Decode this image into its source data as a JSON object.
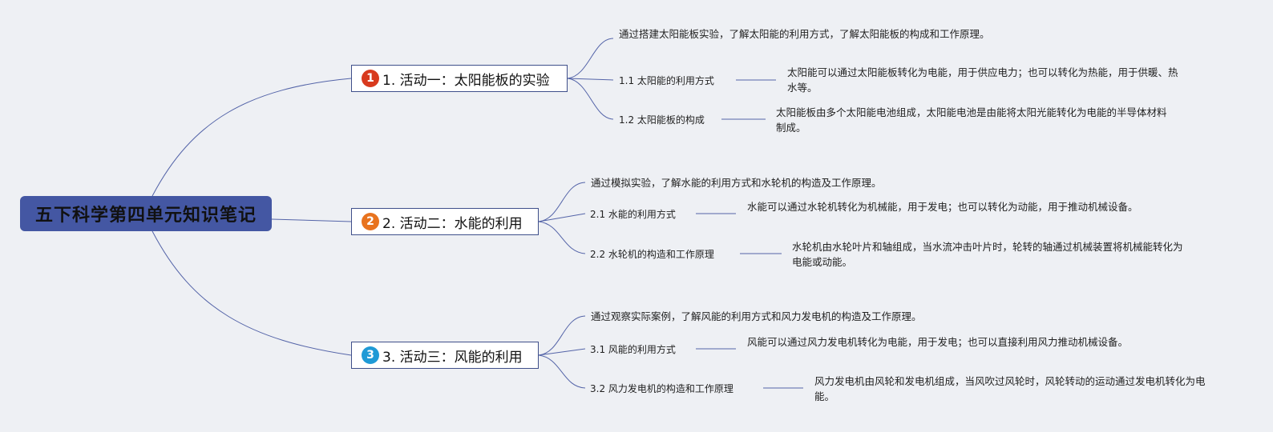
{
  "root": {
    "title": "五下科学第四单元知识笔记"
  },
  "colors": {
    "root_bg": "#4457a3",
    "line": "#5464a8",
    "badge_1": "#d83a1e",
    "badge_2": "#e8731e",
    "badge_3": "#1f9ad6"
  },
  "branches": [
    {
      "badge": "1",
      "title": "1. 活动一：太阳能板的实验",
      "intro": "通过搭建太阳能板实验，了解太阳能的利用方式，了解太阳能板的构成和工作原理。",
      "subs": [
        {
          "label": "1.1 太阳能的利用方式",
          "detail": "太阳能可以通过太阳能板转化为电能，用于供应电力；也可以转化为热能，用于供暖、热水等。"
        },
        {
          "label": "1.2 太阳能板的构成",
          "detail": "太阳能板由多个太阳能电池组成，太阳能电池是由能将太阳光能转化为电能的半导体材料制成。"
        }
      ]
    },
    {
      "badge": "2",
      "title": "2. 活动二：水能的利用",
      "intro": "通过模拟实验，了解水能的利用方式和水轮机的构造及工作原理。",
      "subs": [
        {
          "label": "2.1 水能的利用方式",
          "detail": "水能可以通过水轮机转化为机械能，用于发电；也可以转化为动能，用于推动机械设备。"
        },
        {
          "label": "2.2 水轮机的构造和工作原理",
          "detail": "水轮机由水轮叶片和轴组成，当水流冲击叶片时，轮转的轴通过机械装置将机械能转化为电能或动能。"
        }
      ]
    },
    {
      "badge": "3",
      "title": "3. 活动三：风能的利用",
      "intro": "通过观察实际案例，了解风能的利用方式和风力发电机的构造及工作原理。",
      "subs": [
        {
          "label": "3.1 风能的利用方式",
          "detail": "风能可以通过风力发电机转化为电能，用于发电；也可以直接利用风力推动机械设备。"
        },
        {
          "label": "3.2 风力发电机的构造和工作原理",
          "detail": "风力发电机由风轮和发电机组成，当风吹过风轮时，风轮转动的运动通过发电机转化为电能。"
        }
      ]
    }
  ]
}
